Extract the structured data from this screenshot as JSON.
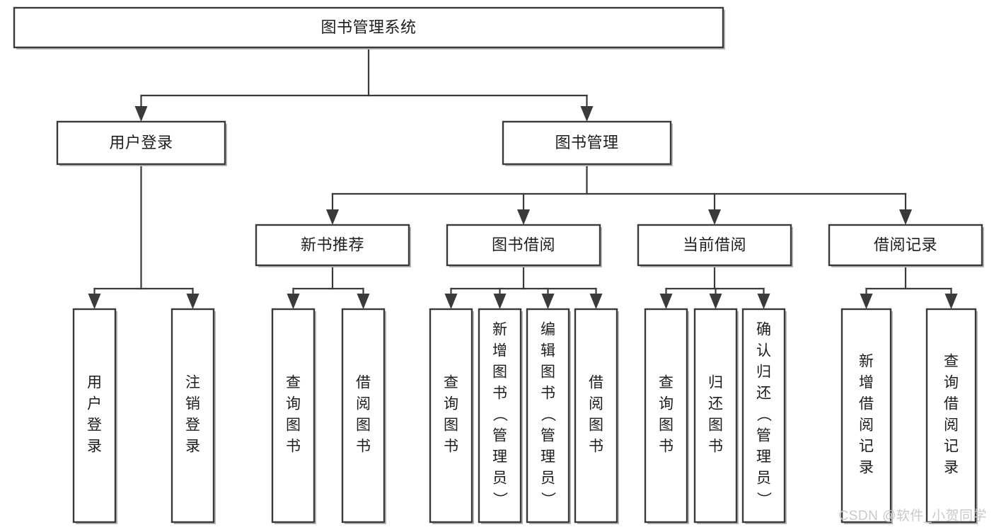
{
  "diagram": {
    "title": "图书管理系统",
    "type": "hierarchy-tree",
    "root": {
      "id": "root",
      "label": "图书管理系统"
    },
    "level2": [
      {
        "id": "user-login",
        "label": "用户登录"
      },
      {
        "id": "book-management",
        "label": "图书管理"
      }
    ],
    "level3": [
      {
        "id": "new-book-recommend",
        "label": "新书推荐",
        "parent": "book-management"
      },
      {
        "id": "book-borrow",
        "label": "图书借阅",
        "parent": "book-management"
      },
      {
        "id": "current-borrow",
        "label": "当前借阅",
        "parent": "book-management"
      },
      {
        "id": "borrow-record",
        "label": "借阅记录",
        "parent": "book-management"
      }
    ],
    "leaves": {
      "user-login": [
        {
          "id": "leaf-user-login",
          "label": "用户登录"
        },
        {
          "id": "leaf-user-logout",
          "label": "注销登录"
        }
      ],
      "new-book-recommend": [
        {
          "id": "leaf-query-book-1",
          "label": "查询图书"
        },
        {
          "id": "leaf-borrow-book-1",
          "label": "借阅图书"
        }
      ],
      "book-borrow": [
        {
          "id": "leaf-query-book-2",
          "label": "查询图书"
        },
        {
          "id": "leaf-add-book",
          "label": "新增图书（管理员）"
        },
        {
          "id": "leaf-edit-book",
          "label": "编辑图书（管理员）"
        },
        {
          "id": "leaf-borrow-book-2",
          "label": "借阅图书"
        }
      ],
      "current-borrow": [
        {
          "id": "leaf-query-book-3",
          "label": "查询图书"
        },
        {
          "id": "leaf-return-book",
          "label": "归还图书"
        },
        {
          "id": "leaf-confirm-return",
          "label": "确认归还（管理员）"
        }
      ],
      "borrow-record": [
        {
          "id": "leaf-add-record",
          "label": "新增借阅记录"
        },
        {
          "id": "leaf-query-record",
          "label": "查询借阅记录"
        }
      ]
    },
    "colors": {
      "box_stroke": "#3a3a3a",
      "box_fill": "#ffffff",
      "connector": "#3a3a3a",
      "text": "#1d1d1d",
      "shadow": "#b8b8b8",
      "watermark": "#c9c9c9"
    }
  },
  "watermark": {
    "text": "CSDN @软件_小贺同学"
  }
}
